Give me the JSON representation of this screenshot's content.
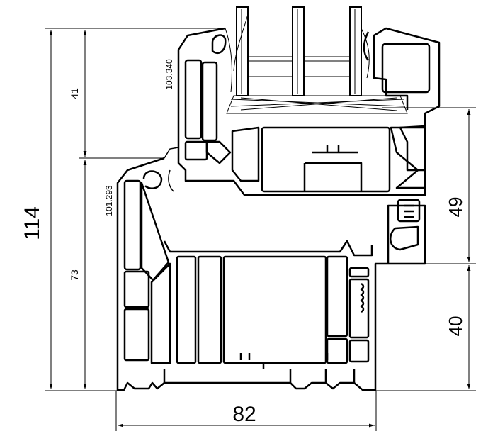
{
  "drawing": {
    "dimensions": {
      "total_height": "114",
      "sash_height": "41",
      "frame_height": "73",
      "width": "82",
      "glazing_depth": "49",
      "frame_lower": "40"
    },
    "profile_codes": {
      "sash_profile": "103.340",
      "frame_profile": "101.293"
    },
    "colors": {
      "line": "#000000",
      "background": "#ffffff"
    }
  }
}
